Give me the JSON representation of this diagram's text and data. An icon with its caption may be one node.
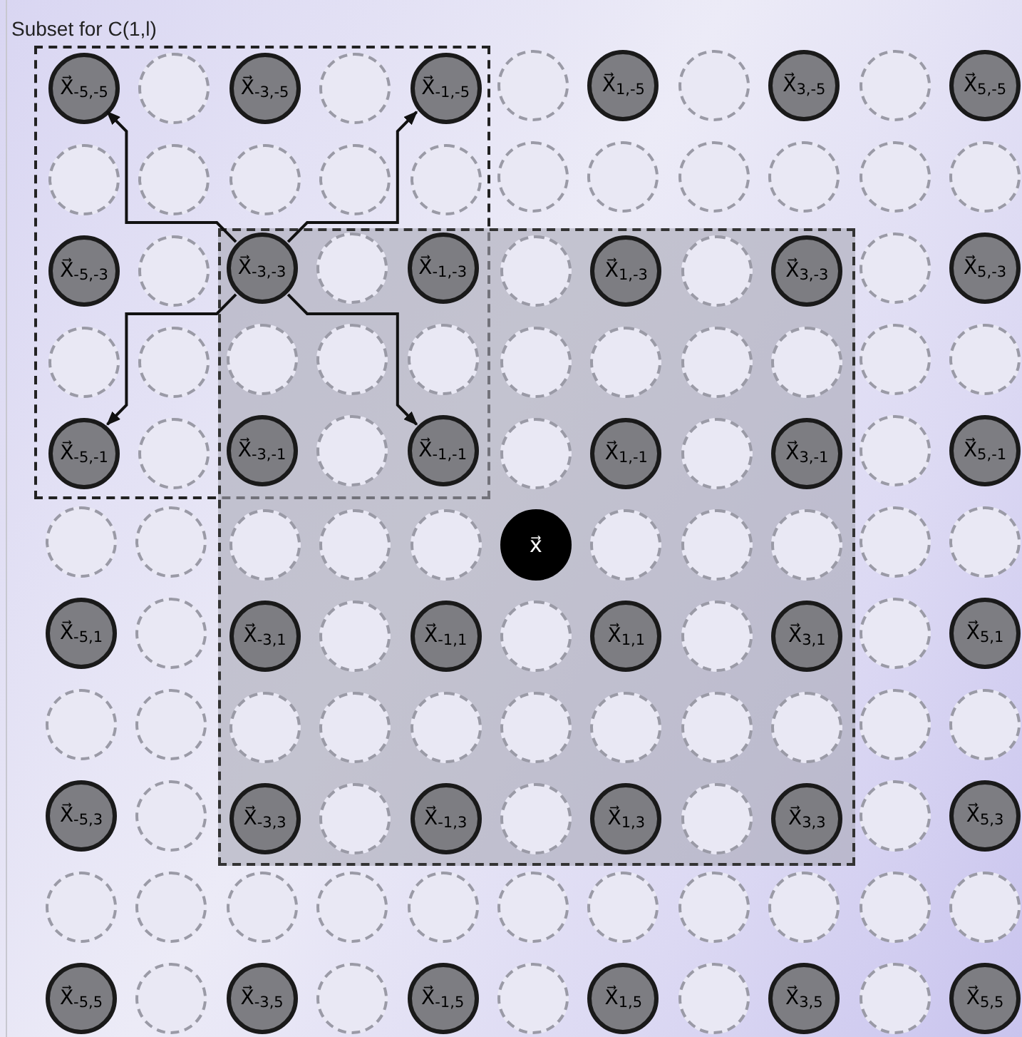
{
  "diagram": {
    "nodes": [
      {
        "text": [
          "Subset for C(1,l)"
        ]
      },
      {
        "text": [],
        "shape": "box"
      },
      {
        "text": [
          "X⃗$_{-5,-5}$"
        ],
        "in": 0
      },
      {
        "text": [],
        "shape": "circle",
        "in": 0
      },
      {
        "text": [
          "X⃗$_{-3,-5}$"
        ],
        "in": 0
      },
      {
        "text": [],
        "shape": "circle",
        "in": 0
      },
      {
        "text": [
          "X⃗$_{-1,-5}$"
        ],
        "in": 0
      },
      {
        "text": [],
        "shape": "circle"
      },
      {
        "text": [
          "X⃗$_{1,-5}$"
        ]
      },
      {
        "text": [],
        "shape": "circle"
      },
      {
        "text": [
          "X⃗$_{3,-5}$"
        ]
      },
      {
        "text": [],
        "shape": "circle"
      },
      {
        "text": [
          "X⃗$_{5,-5}$"
        ]
      },
      {
        "text": [],
        "shape": "circle",
        "in": 0
      },
      {
        "text": [],
        "shape": "circle",
        "in": 0
      },
      {
        "text": [],
        "shape": "circle",
        "in": 0
      },
      {
        "text": [],
        "shape": "circle",
        "in": 0
      },
      {
        "text": [],
        "shape": "circle",
        "in": 0
      },
      {
        "text": [],
        "shape": "circle"
      },
      {
        "text": [],
        "shape": "circle"
      },
      {
        "text": [],
        "shape": "circle"
      },
      {
        "text": [],
        "shape": "circle"
      },
      {
        "text": [],
        "shape": "circle"
      },
      {
        "text": [],
        "shape": "circle"
      },
      {
        "text": [
          "X⃗$_{-5,-3}$"
        ],
        "in": 0
      },
      {
        "text": [],
        "shape": "circle",
        "in": 0
      },
      {
        "text": [
          "X⃗$_{-3,-3}$"
        ]
      },
      {
        "text": [],
        "shape": "circle"
      },
      {
        "text": [
          "X⃗$_{-1,-3}$"
        ]
      },
      {
        "text": [],
        "shape": "circle",
        "in": 1
      },
      {
        "text": [
          "X⃗$_{1,-3}$"
        ],
        "in": 1
      },
      {
        "text": [],
        "shape": "circle",
        "in": 1
      },
      {
        "text": [
          "X⃗$_{3,-3}$"
        ],
        "in": 1
      },
      {
        "text": [],
        "shape": "circle"
      },
      {
        "text": [
          "X⃗$_{5,-3}$"
        ]
      },
      {
        "text": [],
        "shape": "circle",
        "in": 0
      },
      {
        "text": [],
        "shape": "circle",
        "in": 0
      },
      {
        "text": [],
        "shape": "circle"
      },
      {
        "text": [],
        "shape": "circle"
      },
      {
        "text": [],
        "shape": "circle"
      },
      {
        "text": [],
        "shape": "circle",
        "in": 1
      },
      {
        "text": [],
        "shape": "circle",
        "in": 1
      },
      {
        "text": [],
        "shape": "circle",
        "in": 1
      },
      {
        "text": [],
        "shape": "circle",
        "in": 1
      },
      {
        "text": [],
        "shape": "circle"
      },
      {
        "text": [],
        "shape": "circle"
      },
      {
        "text": [
          "X⃗$_{-5,-1}$"
        ],
        "in": 0
      },
      {
        "text": [],
        "shape": "circle",
        "in": 0
      },
      {
        "text": [
          "X⃗$_{-3,-1}$"
        ]
      },
      {
        "text": [],
        "shape": "circle"
      },
      {
        "text": [
          "X⃗$_{-1,-1}$"
        ]
      },
      {
        "text": [],
        "shape": "circle",
        "in": 1
      },
      {
        "text": [
          "X⃗$_{1,-1}$"
        ],
        "in": 1
      },
      {
        "text": [],
        "shape": "circle",
        "in": 1
      },
      {
        "text": [
          "X⃗$_{3,-1}$"
        ],
        "in": 1
      },
      {
        "text": [],
        "shape": "circle"
      },
      {
        "text": [
          "X⃗$_{5,-1}$"
        ]
      },
      {
        "text": [],
        "shape": "circle"
      },
      {
        "text": [],
        "shape": "circle"
      },
      {
        "text": [],
        "shape": "circle",
        "in": 1
      },
      {
        "text": [],
        "shape": "circle",
        "in": 1
      },
      {
        "text": [],
        "shape": "circle",
        "in": 1
      },
      {
        "text": [
          "x⃗"
        ],
        "in": 1
      },
      {
        "text": [],
        "shape": "circle",
        "in": 1
      },
      {
        "text": [],
        "shape": "circle",
        "in": 1
      },
      {
        "text": [],
        "shape": "circle",
        "in": 1
      },
      {
        "text": [],
        "shape": "circle"
      },
      {
        "text": [],
        "shape": "circle"
      },
      {
        "text": [
          "X⃗$_{-5,1}$"
        ]
      },
      {
        "text": [],
        "shape": "circle"
      },
      {
        "text": [
          "X⃗$_{-3,1}$"
        ],
        "in": 1
      },
      {
        "text": [],
        "shape": "circle",
        "in": 1
      },
      {
        "text": [
          "X⃗$_{-1,1}$"
        ],
        "in": 1
      },
      {
        "text": [],
        "shape": "circle",
        "in": 1
      },
      {
        "text": [
          "X⃗$_{1,1}$"
        ],
        "in": 1
      },
      {
        "text": [],
        "shape": "circle",
        "in": 1
      },
      {
        "text": [
          "X⃗$_{3,1}$"
        ],
        "in": 1
      },
      {
        "text": [],
        "shape": "circle"
      },
      {
        "text": [
          "X⃗$_{5,1}$"
        ]
      },
      {
        "text": [],
        "shape": "circle"
      },
      {
        "text": [],
        "shape": "circle"
      },
      {
        "text": [],
        "shape": "circle",
        "in": 1
      },
      {
        "text": [],
        "shape": "circle",
        "in": 1
      },
      {
        "text": [],
        "shape": "circle",
        "in": 1
      },
      {
        "text": [],
        "shape": "circle",
        "in": 1
      },
      {
        "text": [],
        "shape": "circle",
        "in": 1
      },
      {
        "text": [],
        "shape": "circle",
        "in": 1
      },
      {
        "text": [],
        "shape": "circle",
        "in": 1
      },
      {
        "text": [],
        "shape": "circle"
      },
      {
        "text": [],
        "shape": "circle"
      },
      {
        "text": [
          "X⃗$_{-5,3}$"
        ]
      },
      {
        "text": [],
        "shape": "circle"
      },
      {
        "text": [
          "X⃗$_{-3,3}$"
        ],
        "in": 1
      },
      {
        "text": [],
        "shape": "circle",
        "in": 1
      },
      {
        "text": [
          "X⃗$_{-1,3}$"
        ],
        "in": 1
      },
      {
        "text": [],
        "shape": "circle",
        "in": 1
      },
      {
        "text": [
          "X⃗$_{1,3}$"
        ],
        "in": 1
      },
      {
        "text": [],
        "shape": "circle",
        "in": 1
      },
      {
        "text": [
          "X⃗$_{3,3}$"
        ],
        "in": 1
      },
      {
        "text": [],
        "shape": "circle"
      },
      {
        "text": [
          "X⃗$_{5,3}$"
        ]
      },
      {
        "text": [],
        "shape": "circle"
      },
      {
        "text": [],
        "shape": "circle"
      },
      {
        "text": [],
        "shape": "circle"
      },
      {
        "text": [],
        "shape": "circle"
      },
      {
        "text": [],
        "shape": "circle"
      },
      {
        "text": [],
        "shape": "circle"
      },
      {
        "text": [],
        "shape": "circle"
      },
      {
        "text": [],
        "shape": "circle"
      },
      {
        "text": [],
        "shape": "circle"
      },
      {
        "text": [],
        "shape": "circle"
      },
      {
        "text": [],
        "shape": "circle"
      },
      {
        "text": [
          "X⃗$_{-5,5}$"
        ]
      },
      {
        "text": [],
        "shape": "circle"
      },
      {
        "text": [
          "X⃗$_{-3,5}$"
        ]
      },
      {
        "text": [],
        "shape": "circle"
      },
      {
        "text": [
          "X⃗$_{-1,5}$"
        ]
      },
      {
        "text": [],
        "shape": "circle"
      },
      {
        "text": [
          "X⃗$_{1,5}$"
        ]
      },
      {
        "text": [],
        "shape": "circle"
      },
      {
        "text": [
          "X⃗$_{3,5}$"
        ]
      },
      {
        "text": [],
        "shape": "circle"
      },
      {
        "text": [
          "X⃗$_{5,5}$"
        ]
      }
    ],
    "edges": [
      {
        "from": 26,
        "to": 2,
        "arrow": "to"
      },
      {
        "from": 26,
        "to": 6,
        "arrow": "to"
      },
      {
        "from": 26,
        "to": 46,
        "arrow": "to"
      },
      {
        "from": 26,
        "to": 50,
        "arrow": "to"
      }
    ]
  }
}
